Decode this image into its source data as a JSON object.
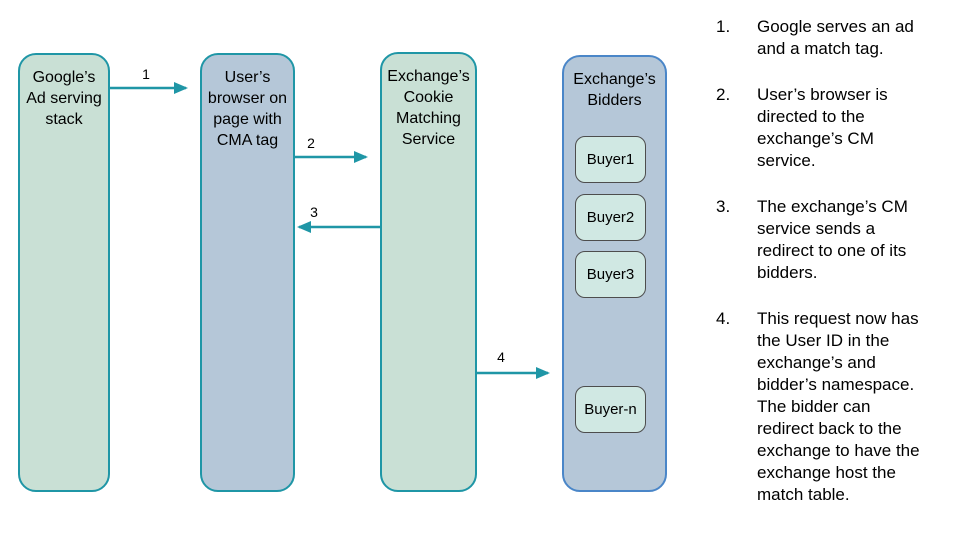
{
  "diagram": {
    "boxes": [
      {
        "label": "Google’s\nAd serving\nstack"
      },
      {
        "label": "User’s\nbrowser on\npage with\nCMA tag"
      },
      {
        "label": "Exchange’s\nCookie\nMatching\nService"
      },
      {
        "label": "Exchange’s\nBidders"
      }
    ],
    "buyers": [
      {
        "label": "Buyer1"
      },
      {
        "label": "Buyer2"
      },
      {
        "label": "Buyer3"
      },
      {
        "label": "Buyer-n"
      }
    ],
    "arrows": [
      {
        "label": "1"
      },
      {
        "label": "2"
      },
      {
        "label": "3"
      },
      {
        "label": "4"
      }
    ],
    "colors": {
      "teal_border": "#1f96a6",
      "green_fill": "#c9e0d5",
      "blue_fill": "#b5c7d8",
      "blue_border": "#4a86c8",
      "buyer_fill": "#d0e8e3",
      "buyer_border": "#4d4d4d",
      "arrow": "#1f96a6"
    }
  },
  "steps": {
    "items": [
      {
        "num": "1.",
        "text": "Google serves an ad\nand a match tag."
      },
      {
        "num": "2.",
        "text": "User’s browser is\ndirected to the\nexchange’s CM\nservice."
      },
      {
        "num": "3.",
        "text": "The exchange’s CM\nservice sends a\nredirect to one of its\nbidders."
      },
      {
        "num": "4.",
        "text": "This request now has\nthe User ID in the\nexchange’s and\nbidder’s namespace.\nThe bidder can\nredirect back to the\nexchange to have the\nexchange host the\nmatch table."
      }
    ]
  }
}
